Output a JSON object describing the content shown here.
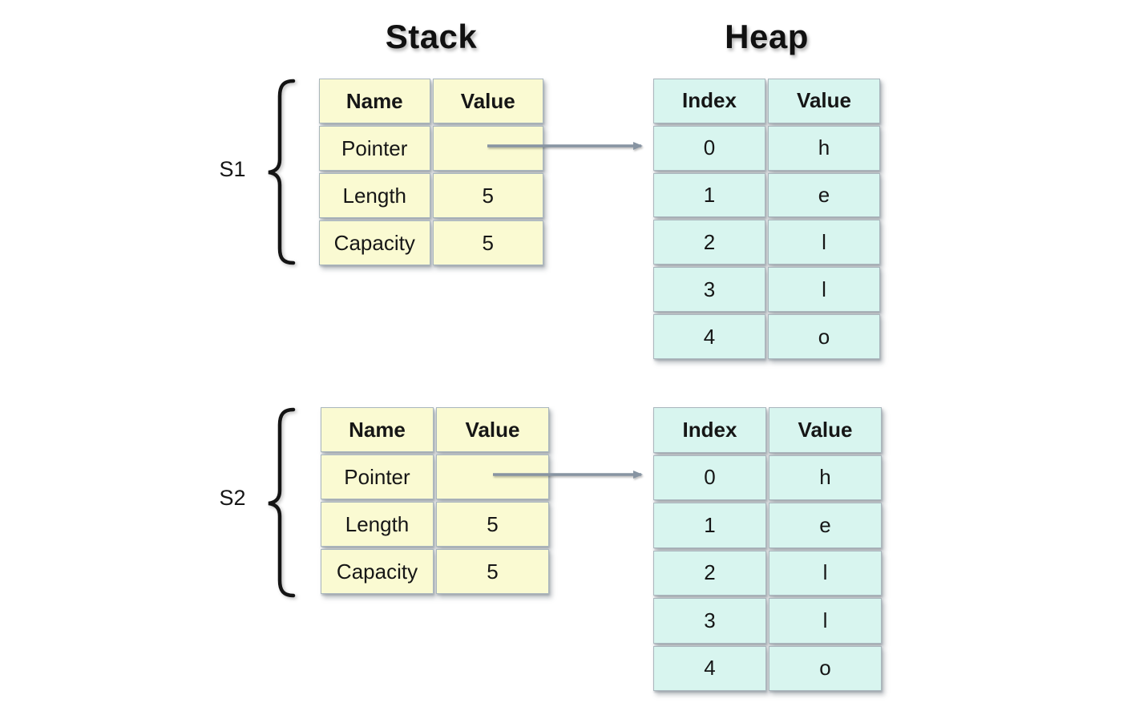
{
  "titles": {
    "stack": "Stack",
    "heap": "Heap"
  },
  "groups": [
    {
      "label": "S1",
      "stack_table": {
        "headers": [
          "Name",
          "Value"
        ],
        "rows": [
          [
            "Pointer",
            ""
          ],
          [
            "Length",
            "5"
          ],
          [
            "Capacity",
            "5"
          ]
        ]
      },
      "heap_table": {
        "headers": [
          "Index",
          "Value"
        ],
        "rows": [
          [
            "0",
            "h"
          ],
          [
            "1",
            "e"
          ],
          [
            "2",
            "l"
          ],
          [
            "3",
            "l"
          ],
          [
            "4",
            "o"
          ]
        ]
      }
    },
    {
      "label": "S2",
      "stack_table": {
        "headers": [
          "Name",
          "Value"
        ],
        "rows": [
          [
            "Pointer",
            ""
          ],
          [
            "Length",
            "5"
          ],
          [
            "Capacity",
            "5"
          ]
        ]
      },
      "heap_table": {
        "headers": [
          "Index",
          "Value"
        ],
        "rows": [
          [
            "0",
            "h"
          ],
          [
            "1",
            "e"
          ],
          [
            "2",
            "l"
          ],
          [
            "3",
            "l"
          ],
          [
            "4",
            "o"
          ]
        ]
      }
    }
  ],
  "colors": {
    "stack_cell_fill": "#FAFAD2",
    "heap_cell_fill": "#D8F5EF",
    "cell_border": "#A9B6BD",
    "arrow": "#8794A2",
    "brace": "#141414",
    "text": "#161616"
  }
}
